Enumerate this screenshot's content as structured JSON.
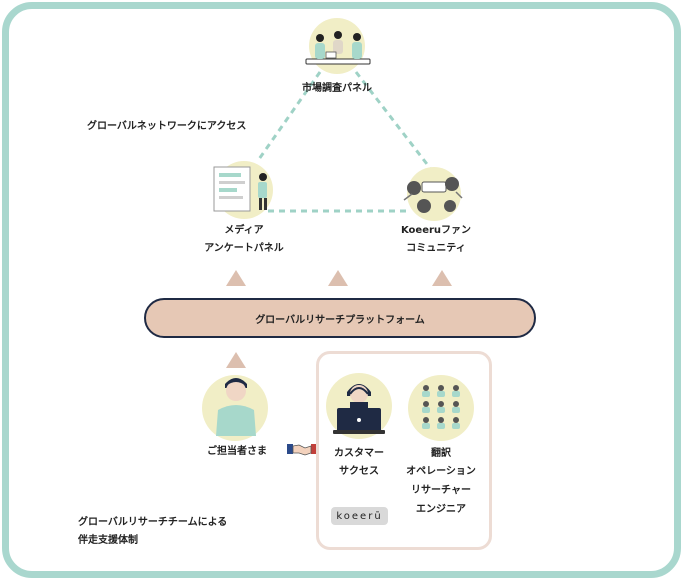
{
  "network": {
    "access_label": "グローバルネットワークにアクセス",
    "market_panel": "市場調査パネル",
    "media_line1": "メディア",
    "media_line2": "アンケートパネル",
    "fan_line1": "Koeeruファン",
    "fan_line2": "コミュニティ"
  },
  "platform": {
    "label": "グローバルリサーチプラットフォーム"
  },
  "client": {
    "label": "ご担当者さま"
  },
  "team": {
    "cs_line1": "カスタマー",
    "cs_line2": "サクセス",
    "tr_line1": "翻訳",
    "tr_line2": "オペレーション",
    "tr_line3": "リサーチャー",
    "tr_line4": "エンジニア",
    "brand": "koeerū"
  },
  "caption": {
    "line1": "グローバルリサーチチームによる",
    "line2": "伴走支援体制"
  },
  "colors": {
    "frame": "#a9d7ce",
    "dashed_line": "#9fd2c6",
    "icon_bg": "#f1eec6",
    "arrow": "#dcbfaf",
    "platform_fill": "#e6c8b5",
    "platform_border": "#1f2a44",
    "team_border": "#eddcd4",
    "person_teal": "#a7d8cb"
  },
  "icons": {
    "market": "meeting-people-icon",
    "media": "survey-board-icon",
    "fan": "community-devices-icon",
    "client": "person-icon",
    "handshake": "handshake-icon",
    "cs": "support-operator-icon",
    "tr": "team-grid-icon"
  }
}
